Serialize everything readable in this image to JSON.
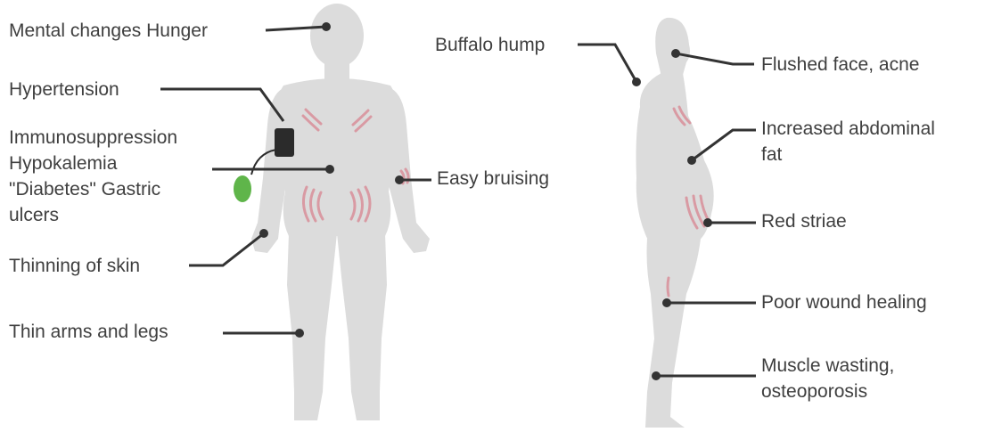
{
  "labels": {
    "mental_changes": "Mental changes Hunger",
    "hypertension": "Hypertension",
    "systemic_effects": [
      "Immunosuppression",
      "Hypokalemia",
      "\"Diabetes\" Gastric",
      "ulcers"
    ],
    "thinning_skin": "Thinning of skin",
    "thin_limbs": "Thin arms and legs",
    "easy_bruising": "Easy bruising",
    "buffalo_hump": "Buffalo hump",
    "flushed_face": "Flushed face, acne",
    "abdominal_fat": [
      "Increased abdominal",
      "fat"
    ],
    "red_striae": "Red striae",
    "poor_wound": "Poor wound healing",
    "muscle_wasting": [
      "Muscle wasting,",
      "osteoporosis"
    ]
  },
  "colors": {
    "body": "#dcdcdc",
    "leader": "#333333",
    "striae": "#d99aa3",
    "pressure_cuff": "#2b2b2b",
    "pressure_bulb": "#5fb54a",
    "text": "#3f3f3f"
  }
}
